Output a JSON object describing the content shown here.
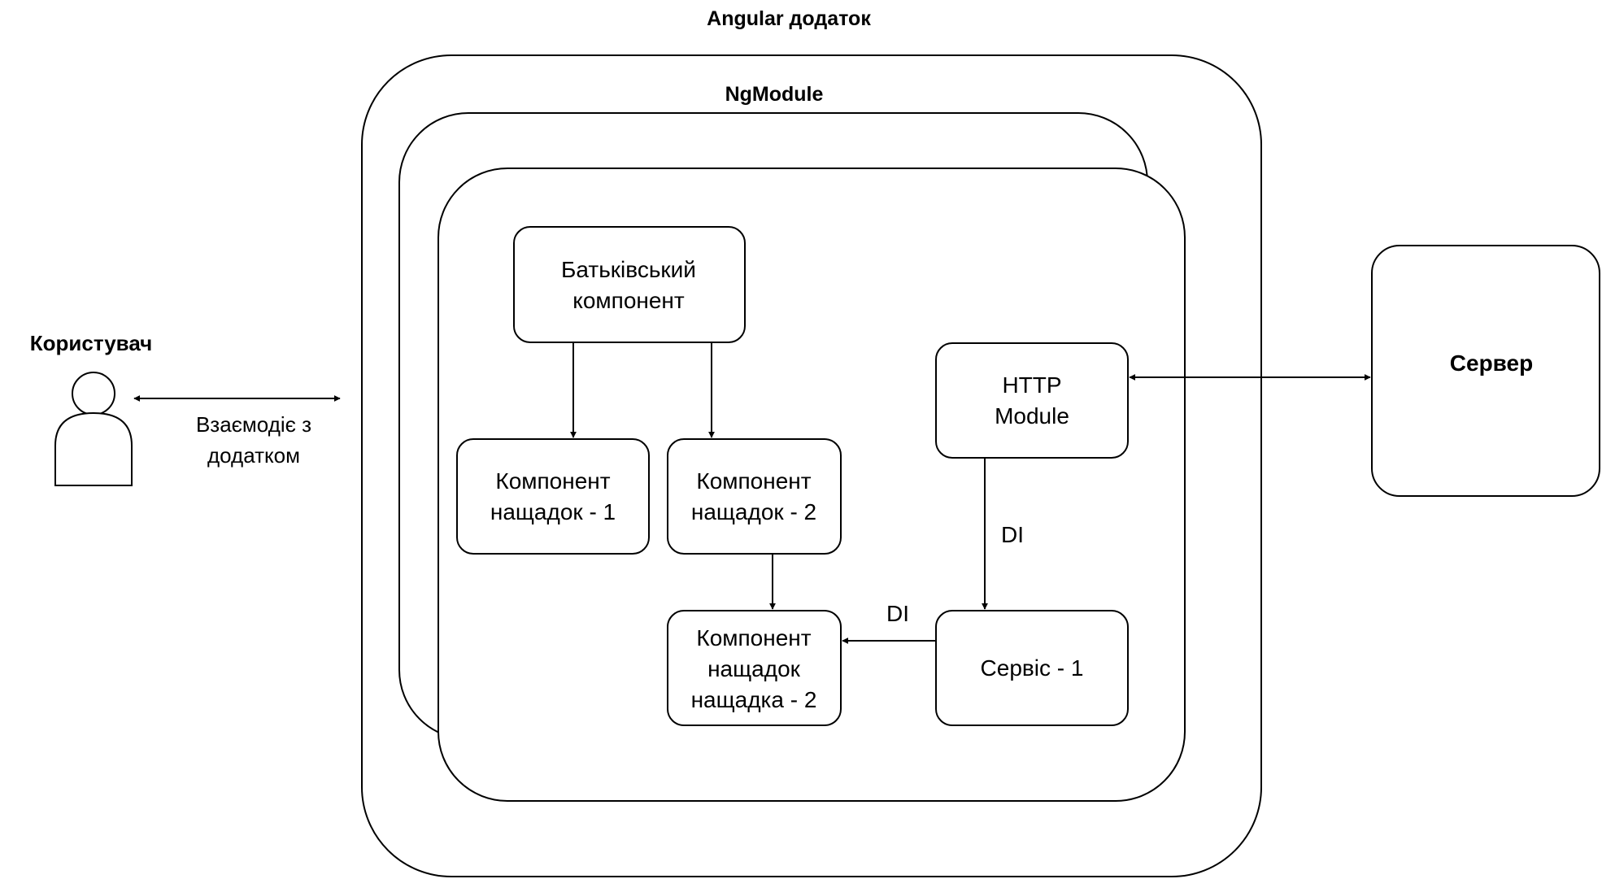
{
  "app_title": "Angular додаток",
  "module_title": "NgModule",
  "user": {
    "label": "Користувач",
    "interaction_label_line1": "Взаємодіє з",
    "interaction_label_line2": "додатком"
  },
  "server": {
    "label": "Сервер"
  },
  "components": {
    "parent_line1": "Батьківський",
    "parent_line2": "компонент",
    "child1_line1": "Компонент",
    "child1_line2": "нащадок - 1",
    "child2_line1": "Компонент",
    "child2_line2": "нащадок - 2",
    "grandchild_line1": "Компонент",
    "grandchild_line2": "нащадок",
    "grandchild_line3": "нащадка - 2"
  },
  "services": {
    "http_line1": "HTTP",
    "http_line2": "Module",
    "service1": "Сервіс - 1"
  },
  "edges": {
    "di_vertical": "DI",
    "di_horizontal": "DI"
  },
  "colors": {
    "stroke": "#000000",
    "fill": "#ffffff",
    "text": "#000000"
  }
}
